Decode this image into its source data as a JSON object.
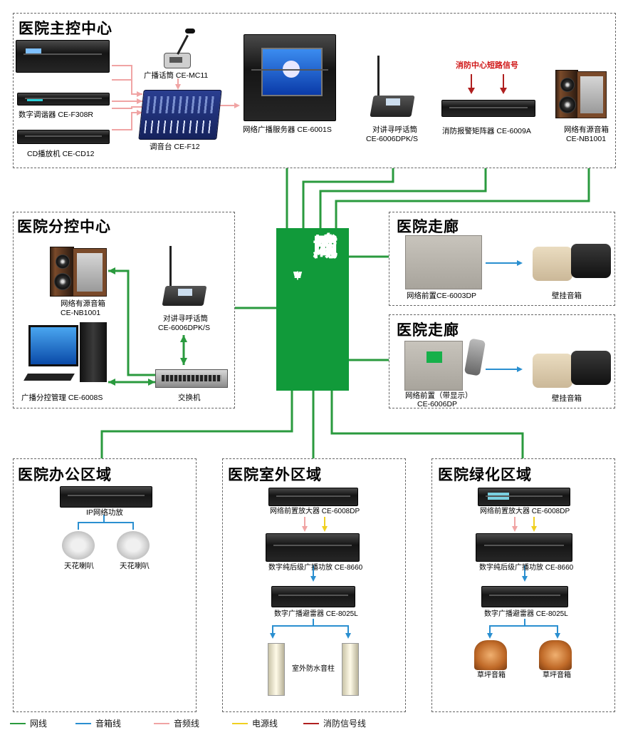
{
  "sections": {
    "main_center": "医院主控中心",
    "sub_center": "医院分控中心",
    "corridor1": "医院走廊",
    "corridor2": "医院走廊",
    "office": "医院办公区域",
    "outdoor": "医院室外区域",
    "green": "医院绿化区域"
  },
  "network": {
    "wan_lan": "WAN-LAN",
    "big_label": "广域网/局域网",
    "wan_chars": [
      "W",
      "A",
      "N",
      "|",
      "L",
      "A",
      "N"
    ],
    "big_chars": [
      "广",
      "域",
      "网",
      "/",
      "局",
      "域",
      "网"
    ]
  },
  "main": {
    "mic": "广播话筒 CE-MC11",
    "tuner": "数字调谐器 CE-F308R",
    "cd": "CD播放机 CE-CD12",
    "mixer": "调音台 CE-F12",
    "server": "网络广播服务器 CE-6001S",
    "intercom_l1": "对讲寻呼话筒",
    "intercom_l2": "CE-6006DPK/S",
    "fire_signal": "消防中心短路信号",
    "fire_matrix": "消防报警矩阵器 CE-6009A",
    "speaker_l1": "网络有源音箱",
    "speaker_l2": "CE-NB1001"
  },
  "sub": {
    "speaker_l1": "网络有源音箱",
    "speaker_l2": "CE-NB1001",
    "intercom_l1": "对讲寻呼话筒",
    "intercom_l2": "CE-6006DPK/S",
    "pc": "广播分控管理 CE-6008S",
    "switch": "交换机"
  },
  "corridor1": {
    "device": "网络前置CE-6003DP",
    "wall": "壁挂音箱"
  },
  "corridor2": {
    "device_l1": "网络前置（带显示）",
    "device_l2": "CE-6006DP",
    "wall": "壁挂音箱"
  },
  "office": {
    "amp": "IP网络功放",
    "ceil1": "天花喇叭",
    "ceil2": "天花喇叭"
  },
  "outdoor": {
    "pre": "网络前置放大器 CE-6008DP",
    "amp": "数字纯后级广播功放 CE-8660",
    "lightning": "数字广播避雷器 CE-8025L",
    "column": "室外防水音柱"
  },
  "green": {
    "pre": "网络前置放大器 CE-6008DP",
    "amp": "数字纯后级广播功放 CE-8660",
    "lightning": "数字广播避雷器 CE-8025L",
    "lawn1": "草坪音箱",
    "lawn2": "草坪音箱"
  },
  "legend": [
    {
      "label": "网线",
      "color": "#2a9a3e"
    },
    {
      "label": "音箱线",
      "color": "#2a8fd0"
    },
    {
      "label": "音频线",
      "color": "#f0a4a4"
    },
    {
      "label": "电源线",
      "color": "#f0d020"
    },
    {
      "label": "消防信号线",
      "color": "#b02020"
    }
  ]
}
